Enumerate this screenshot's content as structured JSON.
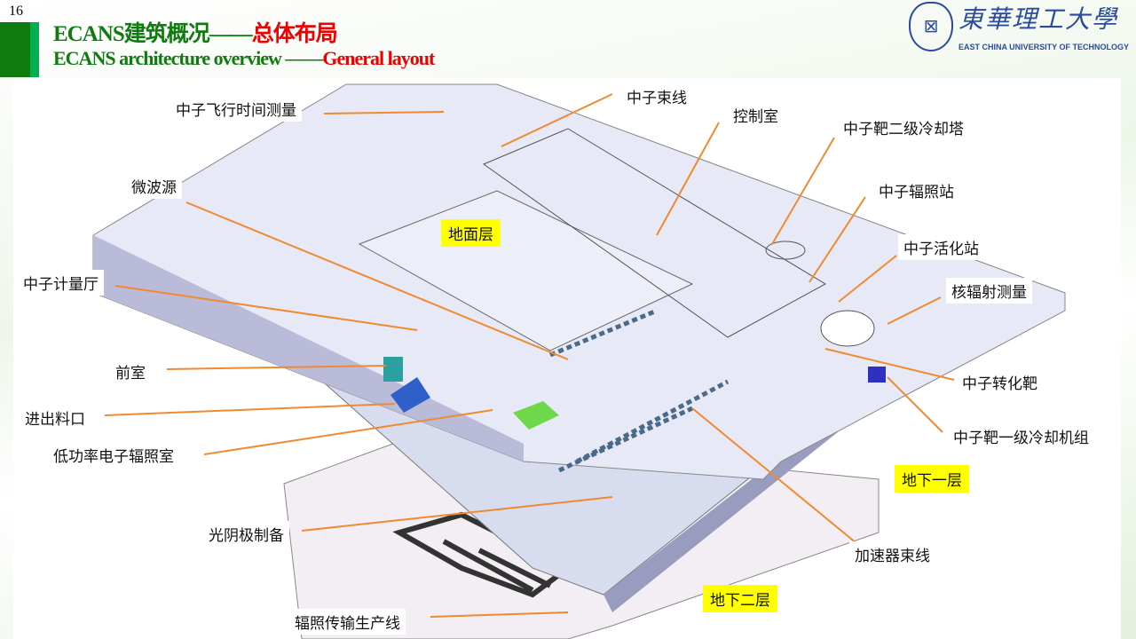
{
  "slide": {
    "page_number": "16",
    "title_cn_prefix": "ECANS建筑概况——",
    "title_cn_highlight": "总体布局",
    "title_en_prefix": "ECANS architecture overview ——",
    "title_en_highlight": "General layout"
  },
  "logo": {
    "name_cn": "東華理工大學",
    "name_en": "EAST CHINA UNIVERSITY OF TECHNOLOGY"
  },
  "labels": {
    "tof": "中子飞行时间测量",
    "beamline": "中子束线",
    "control": "控制室",
    "cooling2": "中子靶二级冷却塔",
    "irradiation": "中子辐照站",
    "activation": "中子活化站",
    "radiation": "核辐射测量",
    "microwave": "微波源",
    "metrology": "中子计量厅",
    "anteroom": "前室",
    "port": "进出料口",
    "lowpower": "低功率电子辐照室",
    "target": "中子转化靶",
    "cooling1": "中子靶一级冷却机组",
    "photocathode": "光阴极制备",
    "accelerator": "加速器束线",
    "conveyor": "辐照传输生产线"
  },
  "levels": {
    "ground": "地面层",
    "b1": "地下一层",
    "b2": "地下二层"
  },
  "colors": {
    "leader": "#f08a30",
    "floor": "#d8dcef",
    "title_green": "#107c10",
    "title_red": "#ee0000"
  }
}
